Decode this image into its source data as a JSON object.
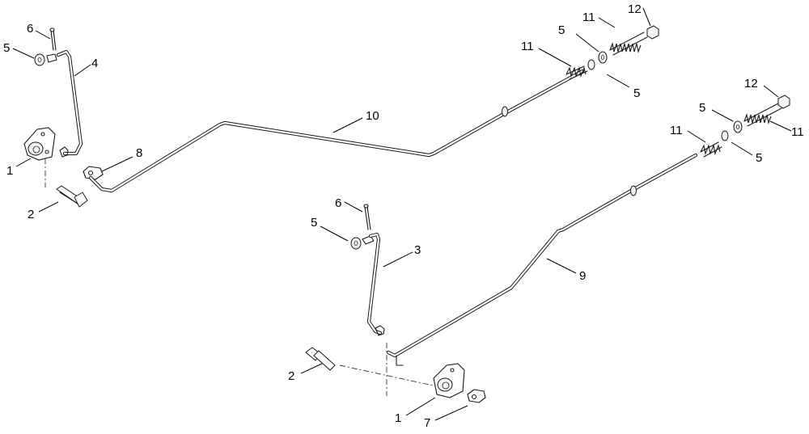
{
  "callouts": [
    {
      "id": "c-6-top",
      "label": "6"
    },
    {
      "id": "c-5-top-left",
      "label": "5"
    },
    {
      "id": "c-4",
      "label": "4"
    },
    {
      "id": "c-1-left",
      "label": "1"
    },
    {
      "id": "c-8",
      "label": "8"
    },
    {
      "id": "c-2-left",
      "label": "2"
    },
    {
      "id": "c-10",
      "label": "10"
    },
    {
      "id": "c-11-upper-a",
      "label": "11"
    },
    {
      "id": "c-12-upper",
      "label": "12"
    },
    {
      "id": "c-5-upper-a",
      "label": "5"
    },
    {
      "id": "c-11-upper-b",
      "label": "11"
    },
    {
      "id": "c-5-upper-b",
      "label": "5"
    },
    {
      "id": "c-12-right",
      "label": "12"
    },
    {
      "id": "c-5-right-a",
      "label": "5"
    },
    {
      "id": "c-11-right-a",
      "label": "11"
    },
    {
      "id": "c-11-right-b",
      "label": "11"
    },
    {
      "id": "c-5-right-b",
      "label": "5"
    },
    {
      "id": "c-6-mid",
      "label": "6"
    },
    {
      "id": "c-5-mid",
      "label": "5"
    },
    {
      "id": "c-3",
      "label": "3"
    },
    {
      "id": "c-9",
      "label": "9"
    },
    {
      "id": "c-2-bottom",
      "label": "2"
    },
    {
      "id": "c-1-bottom",
      "label": "1"
    },
    {
      "id": "c-7",
      "label": "7"
    }
  ]
}
